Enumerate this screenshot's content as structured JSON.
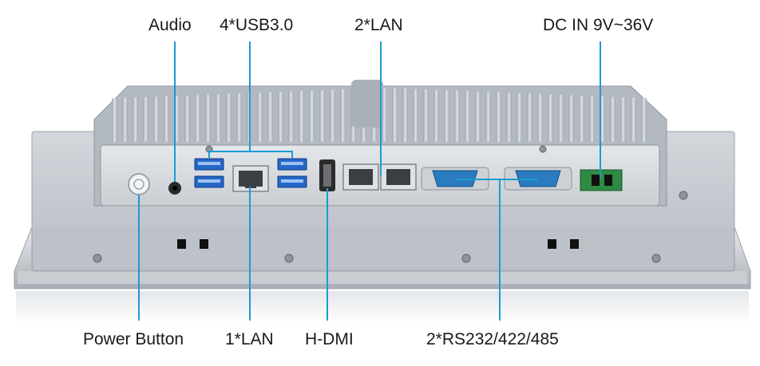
{
  "labels": {
    "audio": "Audio",
    "usb": "4*USB3.0",
    "lan2": "2*LAN",
    "dc_in": "DC IN 9V~36V",
    "power_button": "Power Button",
    "lan1": "1*LAN",
    "hdmi": "H-DMI",
    "serial": "2*RS232/422/485"
  },
  "colors": {
    "leader_line": "#1d9ad6",
    "panel": "#c7ccd2",
    "io_plate": "#d9dde1",
    "heatsink": "#b9bec4",
    "usb_blue": "#2467c9",
    "db9_blue": "#2a7bbf",
    "terminal_green": "#2f8a43"
  }
}
